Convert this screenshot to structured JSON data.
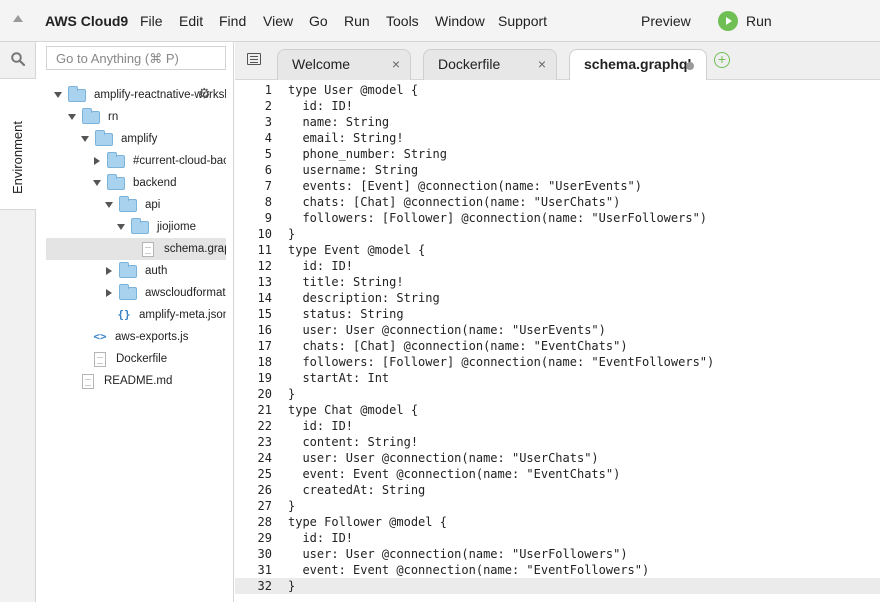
{
  "menubar": {
    "brand": "AWS Cloud9",
    "items": [
      "File",
      "Edit",
      "Find",
      "View",
      "Go",
      "Run",
      "Tools",
      "Window",
      "Support"
    ],
    "preview": "Preview",
    "run": "Run"
  },
  "rail": {
    "environment_label": "Environment"
  },
  "search": {
    "placeholder": "Go to Anything (⌘ P)"
  },
  "tree": {
    "items": [
      {
        "label": "amplify-reactnative-workshop",
        "kind": "folder",
        "state": "open"
      },
      {
        "label": "rn",
        "kind": "folder",
        "state": "open"
      },
      {
        "label": "amplify",
        "kind": "folder",
        "state": "open"
      },
      {
        "label": "#current-cloud-backend",
        "kind": "folder",
        "state": "closed"
      },
      {
        "label": "backend",
        "kind": "folder",
        "state": "open"
      },
      {
        "label": "api",
        "kind": "folder",
        "state": "open"
      },
      {
        "label": "jiojiome",
        "kind": "folder",
        "state": "open"
      },
      {
        "label": "schema.graphql",
        "kind": "file",
        "state": "selected"
      },
      {
        "label": "auth",
        "kind": "folder",
        "state": "closed"
      },
      {
        "label": "awscloudformation",
        "kind": "folder",
        "state": "closed"
      },
      {
        "label": "amplify-meta.json",
        "kind": "json",
        "state": ""
      },
      {
        "label": "aws-exports.js",
        "kind": "js",
        "state": ""
      },
      {
        "label": "Dockerfile",
        "kind": "file",
        "state": ""
      },
      {
        "label": "README.md",
        "kind": "file",
        "state": ""
      }
    ]
  },
  "tabs": [
    {
      "label": "Welcome",
      "close": "×"
    },
    {
      "label": "Dockerfile",
      "close": "×"
    },
    {
      "label": "schema.graphql",
      "active": true
    }
  ],
  "editor": {
    "current_line": 32,
    "lines": [
      "type User @model {",
      "  id: ID!",
      "  name: String",
      "  email: String!",
      "  phone_number: String",
      "  username: String",
      "  events: [Event] @connection(name: \"UserEvents\")",
      "  chats: [Chat] @connection(name: \"UserChats\")",
      "  followers: [Follower] @connection(name: \"UserFollowers\")",
      "}",
      "type Event @model {",
      "  id: ID!",
      "  title: String!",
      "  description: String",
      "  status: String",
      "  user: User @connection(name: \"UserEvents\")",
      "  chats: [Chat] @connection(name: \"EventChats\")",
      "  followers: [Follower] @connection(name: \"EventFollowers\")",
      "  startAt: Int",
      "}",
      "type Chat @model {",
      "  id: ID!",
      "  content: String!",
      "  user: User @connection(name: \"UserChats\")",
      "  event: Event @connection(name: \"EventChats\")",
      "  createdAt: String",
      "}",
      "type Follower @model {",
      "  id: ID!",
      "  user: User @connection(name: \"UserFollowers\")",
      "  event: Event @connection(name: \"EventFollowers\")",
      "}"
    ]
  }
}
